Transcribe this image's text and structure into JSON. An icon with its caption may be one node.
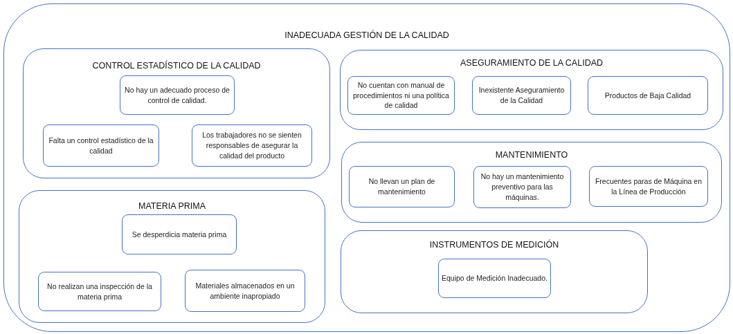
{
  "diagram": {
    "nodes": [
      {
        "text": [
          "INADECUADA GESTIÓN DE LA CALIDAD"
        ]
      },
      {
        "text": [
          "CONTROL ESTADÍSTICO DE LA CALIDAD"
        ],
        "in": 0
      },
      {
        "text": [
          "No hay un adecuado proceso de control de calidad."
        ],
        "in": 1
      },
      {
        "text": [
          "Falta un control estadístico de la calidad"
        ],
        "in": 1
      },
      {
        "text": [
          "Los trabajadores no se sienten responsables de asegurar la calidad del producto"
        ],
        "in": 1
      },
      {
        "text": [
          "MATERIA PRIMA"
        ],
        "in": 0
      },
      {
        "text": [
          "Se desperdicia materia prima"
        ],
        "in": 5
      },
      {
        "text": [
          "No realizan una inspección de la materia prima"
        ],
        "in": 5
      },
      {
        "text": [
          "Materiales almacenados en un ambiente inapropiado"
        ],
        "in": 5
      },
      {
        "text": [
          "ASEGURAMIENTO DE LA CALIDAD"
        ],
        "in": 0
      },
      {
        "text": [
          "No cuentan con manual de procedimientos ni una política de calidad"
        ],
        "in": 9
      },
      {
        "text": [
          "Inexistente Aseguramiento de la Calidad"
        ],
        "in": 9
      },
      {
        "text": [
          "Productos de Baja Calidad"
        ],
        "in": 9
      },
      {
        "text": [
          "MANTENIMIENTO"
        ],
        "in": 0
      },
      {
        "text": [
          "No llevan un plan de mantenimiento"
        ],
        "in": 13
      },
      {
        "text": [
          "No hay un mantenimiento preventivo para las máquinas."
        ],
        "in": 13
      },
      {
        "text": [
          "Frecuentes paras de Máquina en la Línea de Producción"
        ],
        "in": 13
      },
      {
        "text": [
          "INSTRUMENTOS DE MEDICIÓN"
        ],
        "in": 0
      },
      {
        "text": [
          "Equipo de Medición Inadecuado."
        ],
        "in": 17
      }
    ],
    "edges": []
  }
}
